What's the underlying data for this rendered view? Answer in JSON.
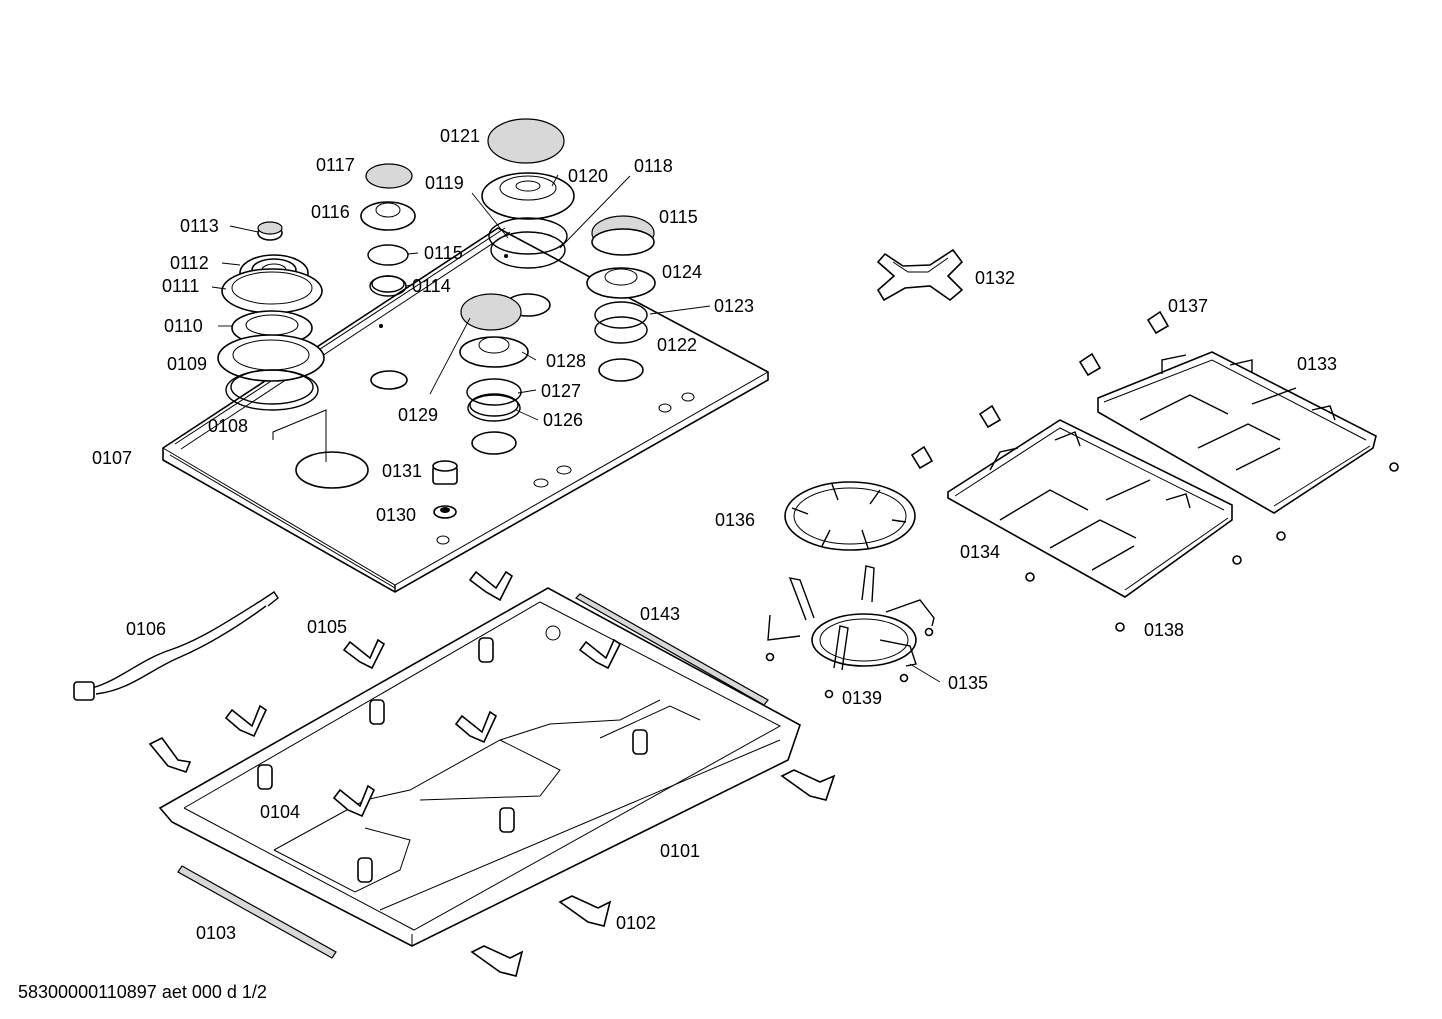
{
  "footer": {
    "document_code": "58300000110897 aet 000 d 1/2"
  },
  "part_labels": {
    "p0101": "0101",
    "p0102": "0102",
    "p0103": "0103",
    "p0104": "0104",
    "p0105": "0105",
    "p0106": "0106",
    "p0107": "0107",
    "p0108": "0108",
    "p0109": "0109",
    "p0110": "0110",
    "p0111": "0111",
    "p0112": "0112",
    "p0113": "0113",
    "p0114": "0114",
    "p0115a": "0115",
    "p0115b": "0115",
    "p0116": "0116",
    "p0117": "0117",
    "p0118": "0118",
    "p0119": "0119",
    "p0120": "0120",
    "p0121": "0121",
    "p0122": "0122",
    "p0123": "0123",
    "p0124": "0124",
    "p0126": "0126",
    "p0127": "0127",
    "p0128": "0128",
    "p0129": "0129",
    "p0130": "0130",
    "p0131": "0131",
    "p0132": "0132",
    "p0133": "0133",
    "p0134": "0134",
    "p0135": "0135",
    "p0136": "0136",
    "p0137": "0137",
    "p0138": "0138",
    "p0139": "0139",
    "p0143": "0143"
  }
}
